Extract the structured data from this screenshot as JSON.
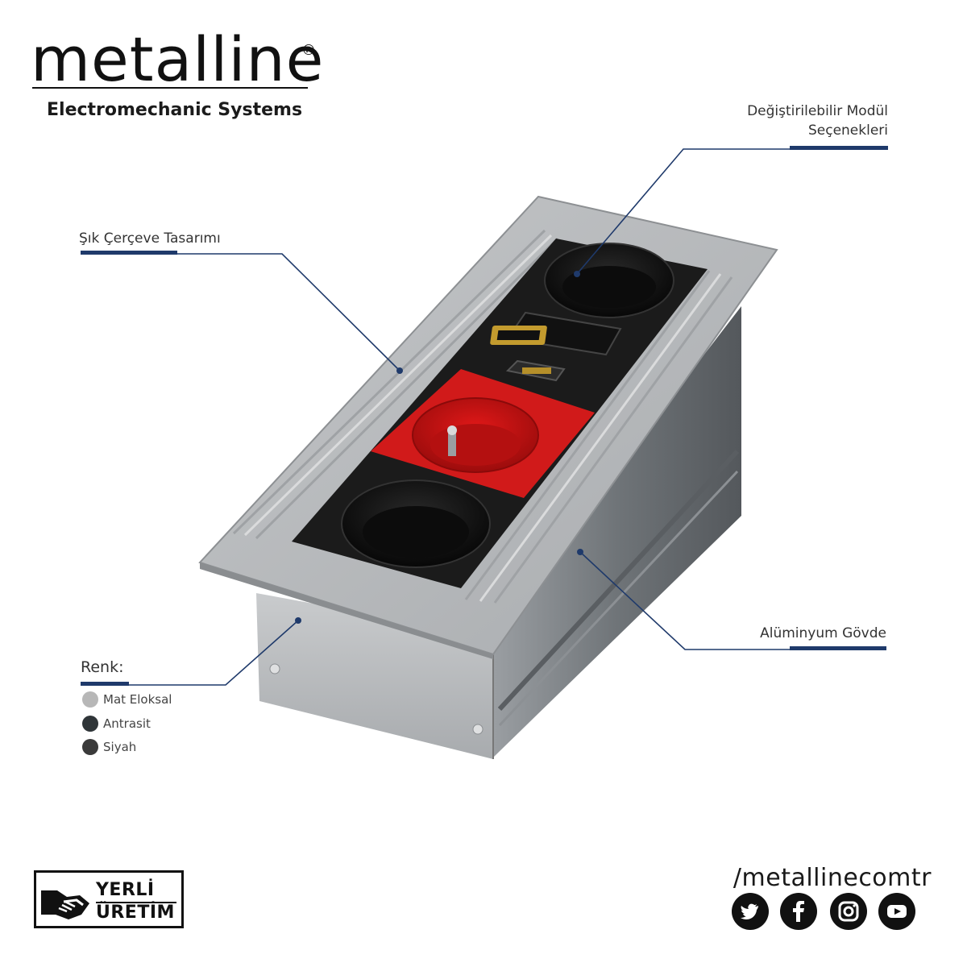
{
  "brand": {
    "logo": "metalline",
    "registered": "®",
    "tagline": "Electromechanic Systems"
  },
  "callouts": {
    "modules": [
      "Değiştirilebilir Modül",
      "Seçenekleri"
    ],
    "frame": "Şık Çerçeve Tasarımı",
    "body": "Alüminyum Gövde"
  },
  "colors_section": {
    "title": "Renk:",
    "options": [
      {
        "label": "Mat Eloksal",
        "color": "#b7b7b7"
      },
      {
        "label": "Antrasit",
        "color": "#2f3538"
      },
      {
        "label": "Siyah",
        "color": "#3a3a3a"
      }
    ]
  },
  "badge": {
    "line1": "YERLİ",
    "line2": "ÜRETİM"
  },
  "social": {
    "handle": "/metallinecomtr",
    "icons": [
      "twitter-icon",
      "facebook-icon",
      "instagram-icon",
      "youtube-icon"
    ]
  },
  "accent": {
    "navy": "#1f3a6b",
    "red": "#d11a1a",
    "socket_black": "#141414"
  }
}
